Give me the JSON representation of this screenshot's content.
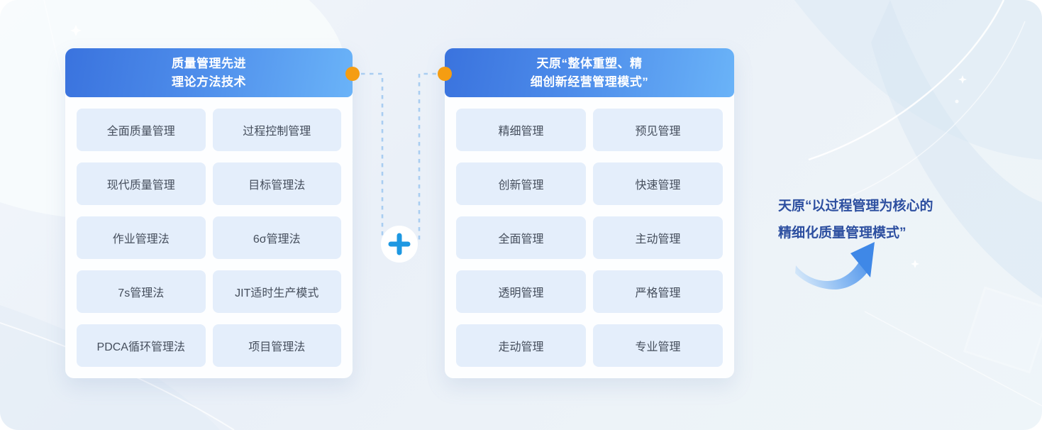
{
  "left_panel": {
    "title_line1": "质量管理先进",
    "title_line2": "理论方法技术",
    "items": [
      "全面质量管理",
      "过程控制管理",
      "现代质量管理",
      "目标管理法",
      "作业管理法",
      "6σ管理法",
      "7s管理法",
      "JIT适时生产模式",
      "PDCA循环管理法",
      "项目管理法"
    ]
  },
  "right_panel": {
    "title_line1": "天原“整体重塑、精",
    "title_line2": "细创新经营管理模式”",
    "items": [
      "精细管理",
      "预见管理",
      "创新管理",
      "快速管理",
      "全面管理",
      "主动管理",
      "透明管理",
      "严格管理",
      "走动管理",
      "专业管理"
    ]
  },
  "connector": {
    "plus_symbol": "+"
  },
  "conclusion": {
    "line1": "天原“以过程管理为核心的",
    "line2": "精细化质量管理模式”"
  },
  "colors": {
    "header_gradient_start": "#3a73de",
    "header_gradient_end": "#6ab3f8",
    "tile_background": "#e4eefb",
    "tile_text": "#454e5c",
    "dot_orange": "#f59d12",
    "dashed_line": "#a9cdf1",
    "plus_blue": "#1e98e2",
    "conclusion_text": "#2d4fa0",
    "arrow_blue": "#4a90e8"
  }
}
